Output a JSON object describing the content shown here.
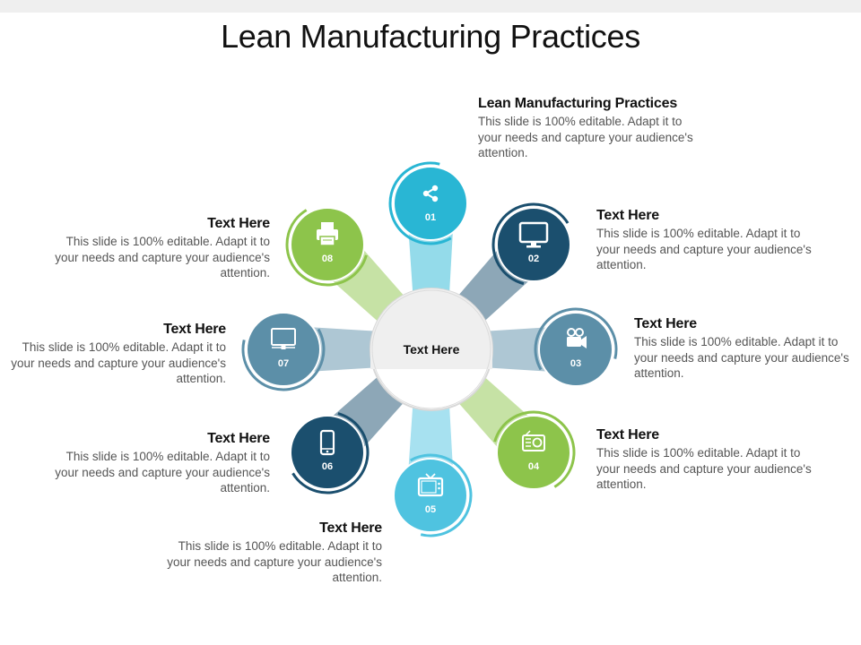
{
  "title": "Lean Manufacturing Practices",
  "center": {
    "label": "Text Here"
  },
  "items": [
    {
      "num": "01",
      "icon": "share-icon",
      "color": "#29B6D4",
      "heading": "Lean Manufacturing Practices",
      "body": "This slide is 100% editable. Adapt it to your needs and capture your audience's attention."
    },
    {
      "num": "02",
      "icon": "monitor-icon",
      "color": "#1B4F6E",
      "heading": "Text Here",
      "body": "This slide is 100% editable. Adapt it to your needs and capture your audience's attention."
    },
    {
      "num": "03",
      "icon": "video-camera-icon",
      "color": "#5C8FA8",
      "heading": "Text Here",
      "body": "This slide is 100% editable. Adapt it to your needs and capture your audience's attention."
    },
    {
      "num": "04",
      "icon": "radio-icon",
      "color": "#8DC44B",
      "heading": "Text Here",
      "body": "This slide is 100% editable. Adapt it to your needs and capture your audience's attention."
    },
    {
      "num": "05",
      "icon": "tv-icon",
      "color": "#4FC3E0",
      "heading": "Text Here",
      "body": "This slide is 100% editable. Adapt it to your needs and capture your audience's attention."
    },
    {
      "num": "06",
      "icon": "smartphone-icon",
      "color": "#1B4F6E",
      "heading": "Text Here",
      "body": "This slide is 100% editable. Adapt it to your needs and capture your audience's attention."
    },
    {
      "num": "07",
      "icon": "computer-icon",
      "color": "#5C8FA8",
      "heading": "Text Here",
      "body": "This slide is 100% editable. Adapt it to your needs and capture your audience's attention."
    },
    {
      "num": "08",
      "icon": "printer-icon",
      "color": "#8DC44B",
      "heading": "Text Here",
      "body": "This slide is 100% editable. Adapt it to your needs and capture your audience's attention."
    }
  ]
}
